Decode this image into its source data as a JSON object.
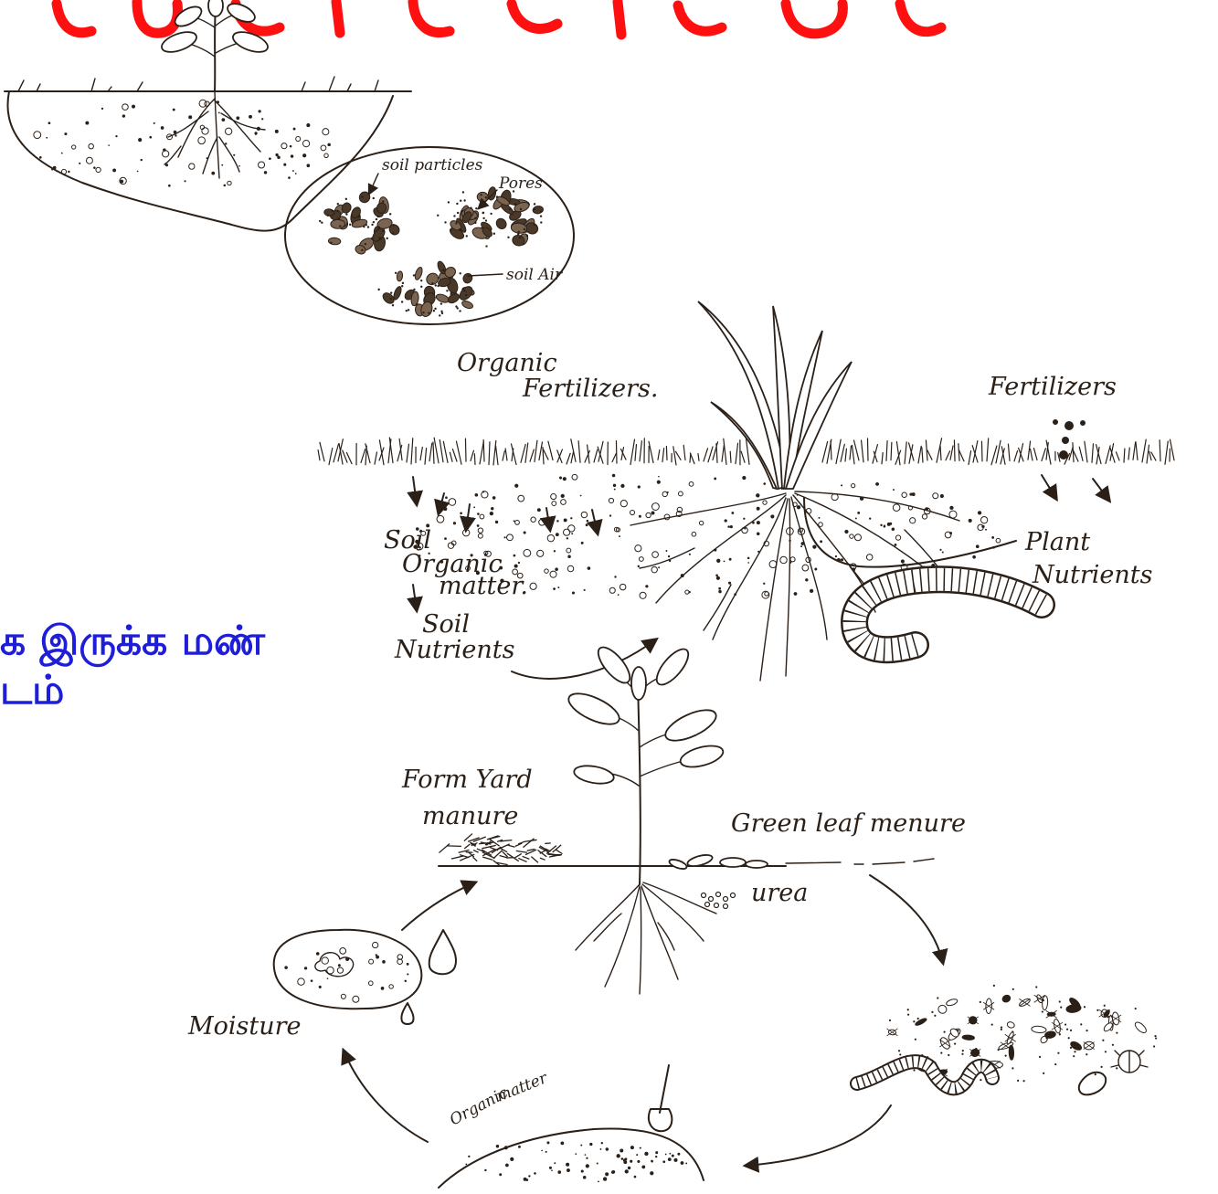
{
  "colors": {
    "ink": "#2b2018",
    "heading_red": "#ff1010",
    "side_text_blue": "#1e1ed8",
    "background": "#ffffff"
  },
  "side_text": {
    "line1": "க இருக்க மண்",
    "line2": "டம்"
  },
  "soil_closeup": {
    "particles_label": "soil particles",
    "pores_label": "Pores",
    "air_label": "soil Air"
  },
  "fertilizer_panel": {
    "organic_line1": "Organic",
    "organic_line2": "Fertilizers.",
    "fertilizers_label": "Fertilizers",
    "som_line1": "Soil",
    "som_line2": "Organic",
    "som_line3": "matter.",
    "nutrients_line1": "Soil",
    "nutrients_line2": "Nutrients",
    "plant_nutrients_line1": "Plant",
    "plant_nutrients_line2": "Nutrients"
  },
  "cycle_panel": {
    "fym_line1": "Form Yard",
    "fym_line2": "manure",
    "green_leaf_label": "Green leaf menure",
    "urea_label": "urea",
    "moisture_label": "Moisture",
    "organic_matter_line1": "Organic",
    "organic_matter_line2": "matter"
  }
}
